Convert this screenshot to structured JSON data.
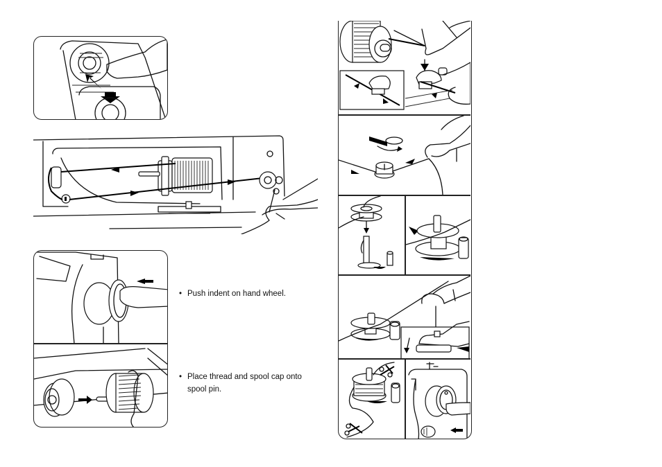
{
  "page": {
    "title": "Bobbin winding instructions",
    "background": "#ffffff",
    "ink_color": "#111111"
  },
  "left_column": {
    "figures": [
      {
        "id": "remove-bobbin",
        "description": "Finger lifting bobbin out of bobbin case; arrow down toward slide plate"
      },
      {
        "id": "thread-path",
        "description": "Thread routed from spool pin around thread guide to bobbin winder"
      },
      {
        "id": "hand-wheel",
        "description": "Finger pushing indent on hand wheel; arrow pointing left"
      },
      {
        "id": "spool-cap",
        "description": "Spool cap being placed onto spool pin with thread spool"
      }
    ],
    "captions": [
      {
        "bullet": "•",
        "text": "Push indent on hand wheel."
      },
      {
        "bullet": "•",
        "text": "Place thread and spool cap onto spool pin."
      }
    ]
  },
  "right_column": {
    "figures": [
      {
        "id": "thread-guide",
        "description": "Thread pulled from spool through thread guide; inset shows thread clip"
      },
      {
        "id": "tension-disc",
        "description": "Thread wound clockwise around bobbin winding tension disc"
      },
      {
        "id": "bobbin-onto-spindle",
        "description": "Thread through bobbin hole; bobbin placed on winder spindle"
      },
      {
        "id": "push-bobbin",
        "description": "Bobbin pushed against stopper"
      },
      {
        "id": "foot-control",
        "description": "Hold thread end; press foot control to wind"
      },
      {
        "id": "cut-thread",
        "description": "Scissors cut thread at two points"
      },
      {
        "id": "pull-hand-wheel",
        "description": "Finger pulling hand wheel back; arrow pointing right-to-left"
      }
    ]
  }
}
